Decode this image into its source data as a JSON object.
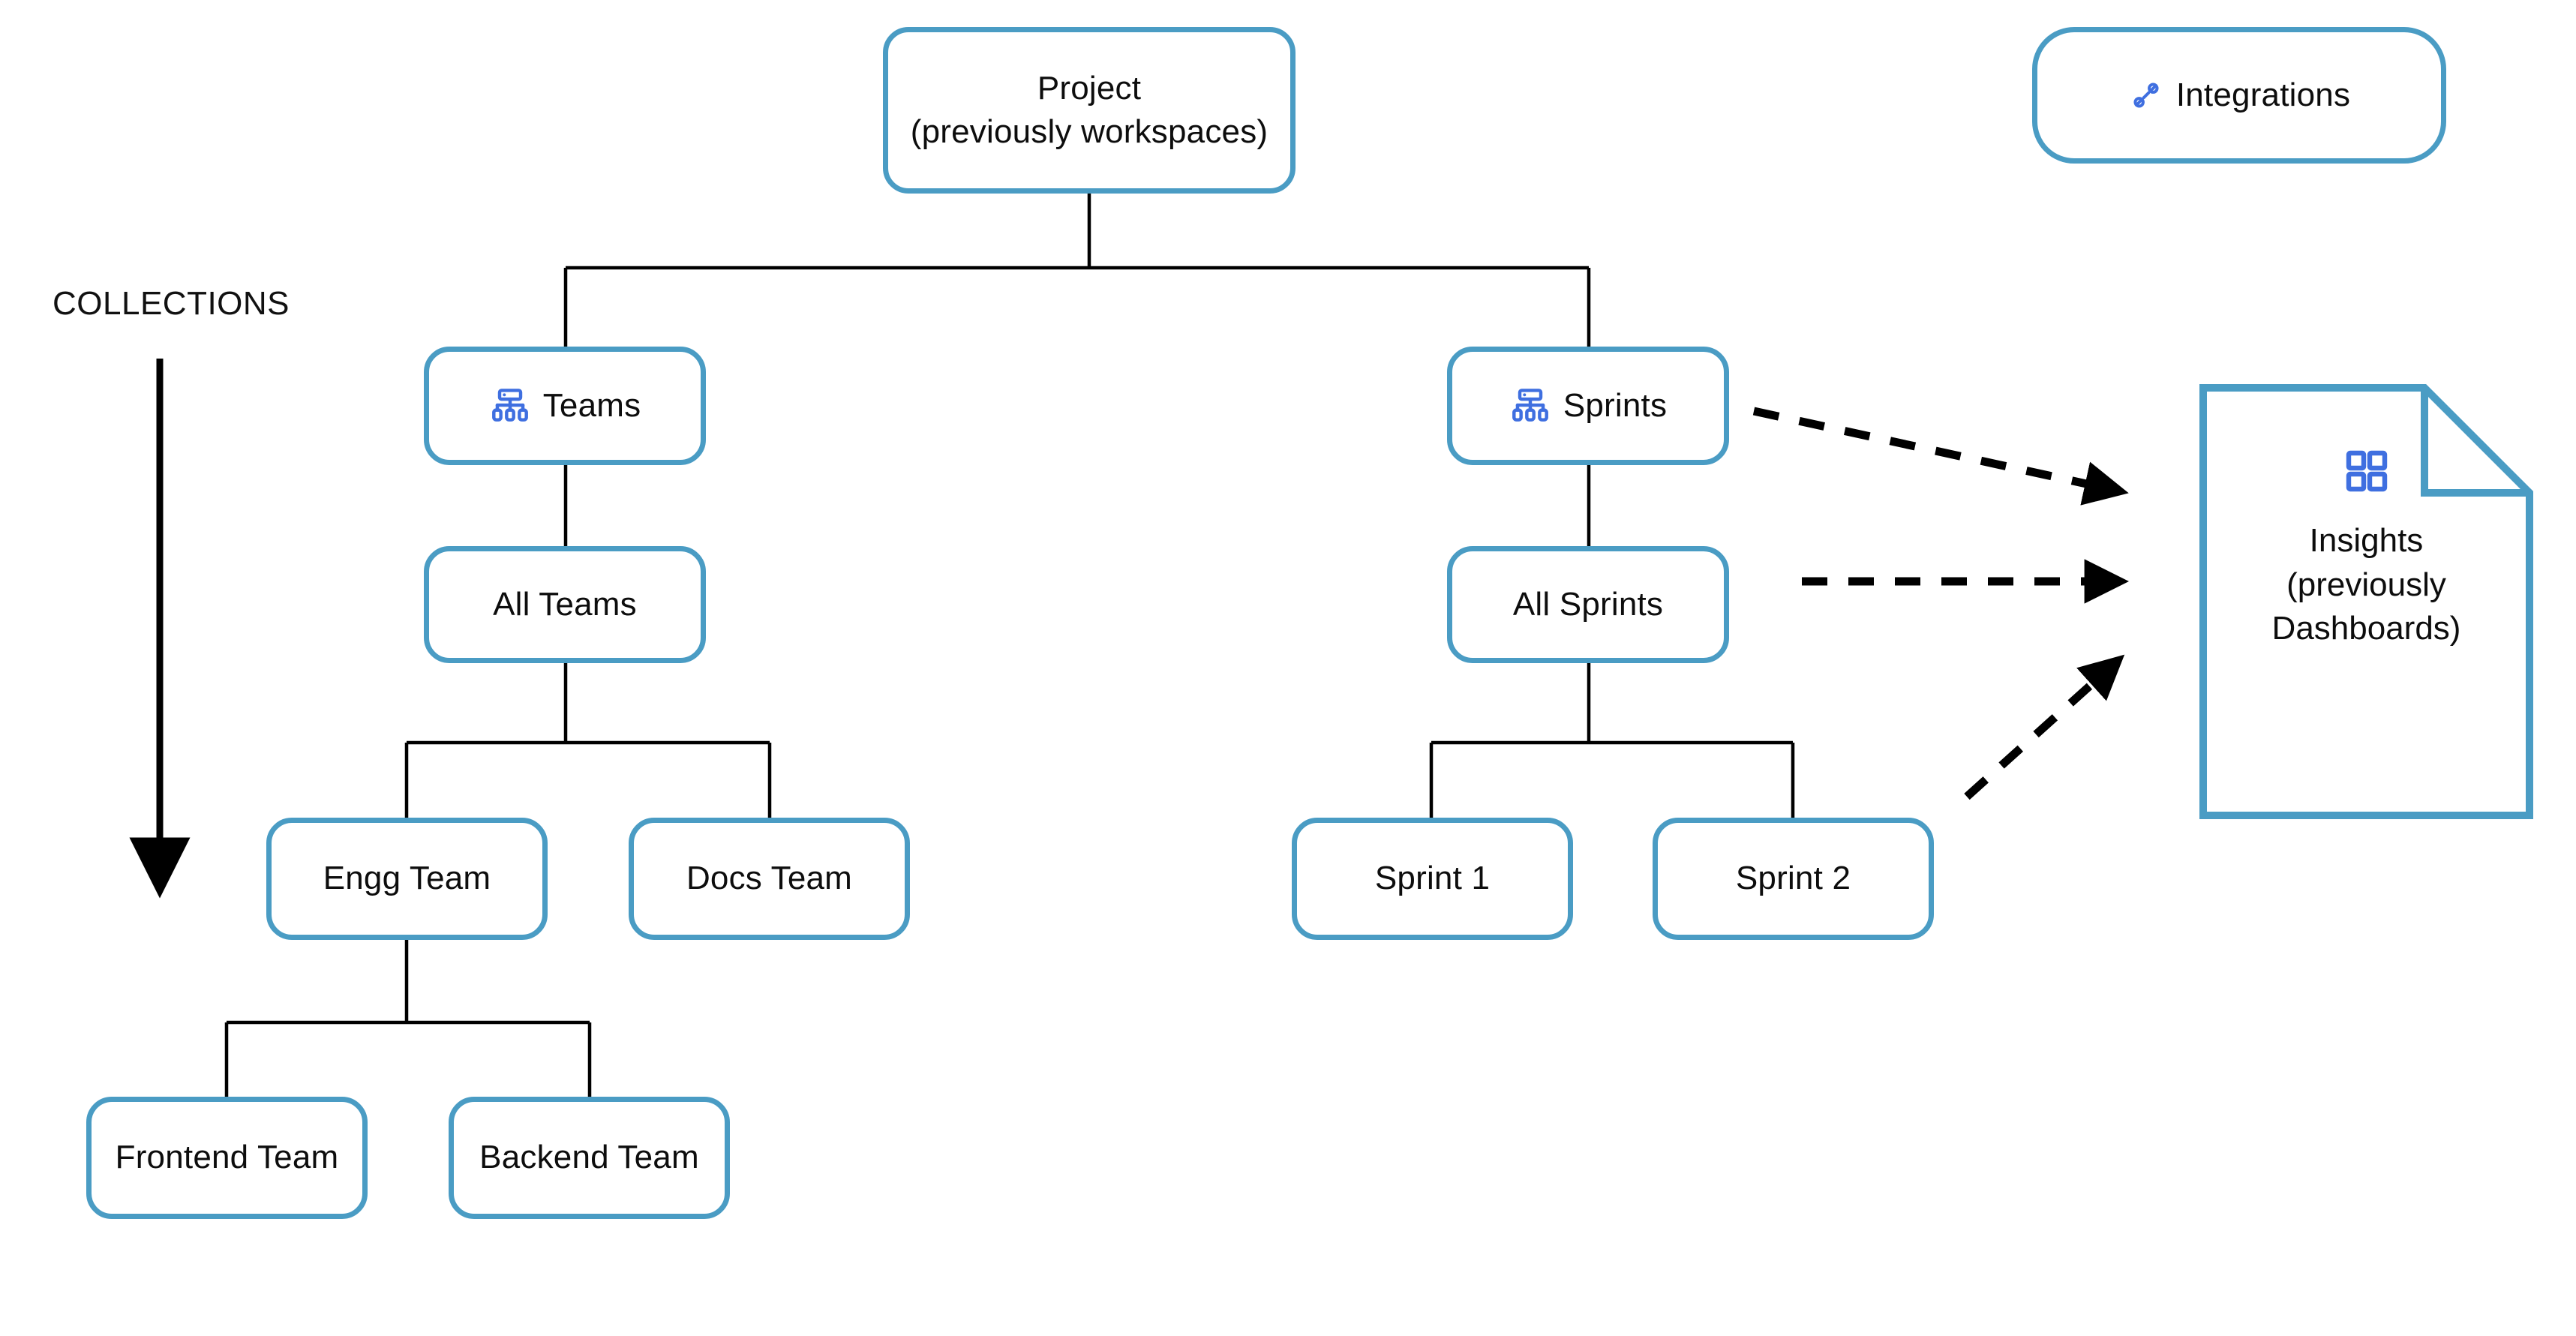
{
  "diagram": {
    "title_caption": "COLLECTIONS",
    "colors": {
      "node_border": "#4a9cc4",
      "icon_blue": "#3f6fe0",
      "edge": "#000000",
      "text": "#0d0d0d",
      "background": "#ffffff"
    },
    "nodes": {
      "project": {
        "label": "Project\n(previously workspaces)"
      },
      "integrations": {
        "label": "Integrations",
        "icon": "plug-connector-icon"
      },
      "teams": {
        "label": "Teams",
        "icon": "hierarchy-icon"
      },
      "sprints": {
        "label": "Sprints",
        "icon": "hierarchy-icon"
      },
      "all_teams": {
        "label": "All Teams"
      },
      "all_sprints": {
        "label": "All Sprints"
      },
      "engg_team": {
        "label": "Engg Team"
      },
      "docs_team": {
        "label": "Docs Team"
      },
      "sprint_1": {
        "label": "Sprint 1"
      },
      "sprint_2": {
        "label": "Sprint 2"
      },
      "frontend_team": {
        "label": "Frontend Team"
      },
      "backend_team": {
        "label": "Backend Team"
      },
      "insights": {
        "label": "Insights\n(previously\nDashboards)",
        "icon": "grid-2x2-icon"
      }
    },
    "edges": [
      {
        "from": "project",
        "to": "teams",
        "style": "solid"
      },
      {
        "from": "project",
        "to": "sprints",
        "style": "solid"
      },
      {
        "from": "teams",
        "to": "all_teams",
        "style": "solid"
      },
      {
        "from": "all_teams",
        "to": "engg_team",
        "style": "solid"
      },
      {
        "from": "all_teams",
        "to": "docs_team",
        "style": "solid"
      },
      {
        "from": "engg_team",
        "to": "frontend_team",
        "style": "solid"
      },
      {
        "from": "engg_team",
        "to": "backend_team",
        "style": "solid"
      },
      {
        "from": "sprints",
        "to": "all_sprints",
        "style": "solid"
      },
      {
        "from": "all_sprints",
        "to": "sprint_1",
        "style": "solid"
      },
      {
        "from": "all_sprints",
        "to": "sprint_2",
        "style": "solid"
      },
      {
        "from": "sprints",
        "to": "insights",
        "style": "dashed-arrow"
      },
      {
        "from": "all_sprints",
        "to": "insights",
        "style": "dashed-arrow"
      },
      {
        "from": "sprint_2",
        "to": "insights",
        "style": "dashed-arrow"
      }
    ],
    "collections_arrow": {
      "direction": "down",
      "style": "solid-arrow"
    }
  }
}
